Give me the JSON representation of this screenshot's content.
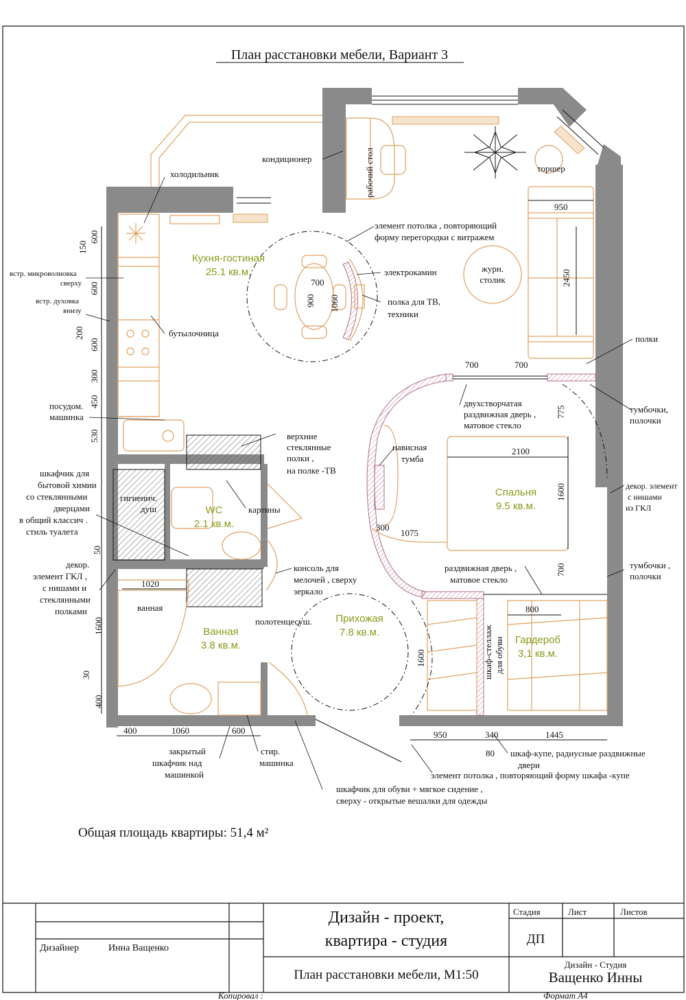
{
  "title": "План расстановки мебели, Вариант 3",
  "rooms": {
    "kitchen_name": "Кухня-гостиная",
    "kitchen_area": "25.1 кв.м.",
    "bedroom_name": "Спальня",
    "bedroom_area": "9.5 кв.м.",
    "wc_name": "WC",
    "wc_area": "2.1 кв.м.",
    "bath_name": "Ванная",
    "bath_area": "3.8 кв.м.",
    "hall_name": "Прихожая",
    "hall_area": "7.8 кв.м.",
    "wardrobe_name": "Гардероб",
    "wardrobe_area": "3,1 кв.м."
  },
  "labels": {
    "conditioner": "кондиционер",
    "desk": "рабочий стол",
    "torsher": "торшер",
    "fridge": "холодильник",
    "ceiling1_l1": "элемент потолка , повторяющий",
    "ceiling1_l2": "форму перегородки с витражем",
    "fireplace": "электрокамин",
    "tv_shelf_l1": "полка для ТВ,",
    "tv_shelf_l2": "техники",
    "coffee_l1": "журн.",
    "coffee_l2": "столик",
    "microwave_l1": "встр. микроволновка",
    "microwave_l2": "сверху",
    "oven_l1": "встр. духовка",
    "oven_l2": "внизу",
    "bottle": "бутылочница",
    "shelves": "полки",
    "door2_l1": "двухстворчатая",
    "door2_l2": "раздвижная дверь ,",
    "door2_l3": "матовое стекло",
    "dishwasher_l1": "посудом.",
    "dishwasher_l2": "машинка",
    "nightstand1_l1": "тумбочки,",
    "nightstand1_l2": "полочки",
    "upper_l1": "верхние",
    "upper_l2": "стеклянные",
    "upper_l3": "полки ,",
    "upper_l4": "на полке -ТВ",
    "hanging_l1": "нависная",
    "hanging_l2": "тумба",
    "cabinet_l1": "шкафчик для",
    "cabinet_l2": "бытовой химии",
    "cabinet_l3": "со стеклянными",
    "cabinet_l4": "дверцами",
    "cabinet_l5": "в общий классич .",
    "cabinet_l6": "стиль туалета",
    "hygiene_l1": "гигиенич.",
    "hygiene_l2": "душ",
    "pictures": "картины",
    "decor_r_l1": "декор. элемент",
    "decor_r_l2": "с нишами",
    "decor_r_l3": "из ГКЛ",
    "decor_l_l1": "декор.",
    "decor_l_l2": "элемент ГКЛ ,",
    "decor_l_l3": "с нишами и",
    "decor_l_l4": "стеклянными",
    "decor_l_l5": "полками",
    "console_l1": "консоль для",
    "console_l2": "мелочей , сверху",
    "console_l3": "зеркало",
    "sliding_l1": "раздвижная дверь ,",
    "sliding_l2": "матовое стекло",
    "nightstand2_l1": "тумбочки ,",
    "nightstand2_l2": "полочки",
    "bathtub": "ванная",
    "towel": "полотенцесуш.",
    "shoe_rack_l1": "шкаф-стеллаж",
    "shoe_rack_l2": "для обуви",
    "closed_l1": "закрытый",
    "closed_l2": "шкафчик над",
    "closed_l3": "машинкой",
    "washer_l1": "стир.",
    "washer_l2": "машинка",
    "coupe_l1": "шкаф-купе, радиусные раздвижные",
    "coupe_l2": "двери",
    "ceiling2": "элемент потолка , повторяющий форму шкафа -купе",
    "shoe_cab_l1": "шкафчик для обуви + мягкое сидение ,",
    "shoe_cab_l2": "сверху - открытые вешалки для одежды"
  },
  "dimensions": {
    "sofa_w": "950",
    "sofa_l": "2450",
    "table_w": "700",
    "table_h": "900",
    "table_d": "1060",
    "door_a": "700",
    "door_b": "700",
    "bed_w": "2100",
    "bed_h": "1600",
    "bed_300": "300",
    "bed_1075": "1075",
    "wall_775": "775",
    "wall_700": "700",
    "wardrobe_800": "800",
    "left_600a": "600",
    "left_150": "150",
    "left_600b": "600",
    "left_200": "200",
    "left_600c": "600",
    "left_300": "300",
    "left_450": "450",
    "left_530": "530",
    "left_50": "50",
    "left_1600": "1600",
    "left_30": "30",
    "left_400": "400",
    "bath_1020": "1020",
    "bot_400": "400",
    "bot_1060": "1060",
    "bot_600": "600",
    "bot_950": "950",
    "bot_340": "340",
    "bot_1445": "1445",
    "bot_80": "80",
    "hall_1600": "1600"
  },
  "total_area": "Общая площадь квартиры: 51,4 м²",
  "stamp": {
    "project_l1": "Дизайн - проект,",
    "project_l2": "квартира - студия",
    "stage": "Стадия",
    "sheet": "Лист",
    "sheets": "Листов",
    "stage_value": "ДП",
    "designer_label": "Дизайнер",
    "designer_name": "Инна Ващенко",
    "plan_name": "План расстановки мебели, М1:50",
    "studio_l1": "Дизайн - Студия",
    "studio_l2": "Ващенко Инны",
    "copied": "Копировал :",
    "format": "Формат  А4"
  }
}
